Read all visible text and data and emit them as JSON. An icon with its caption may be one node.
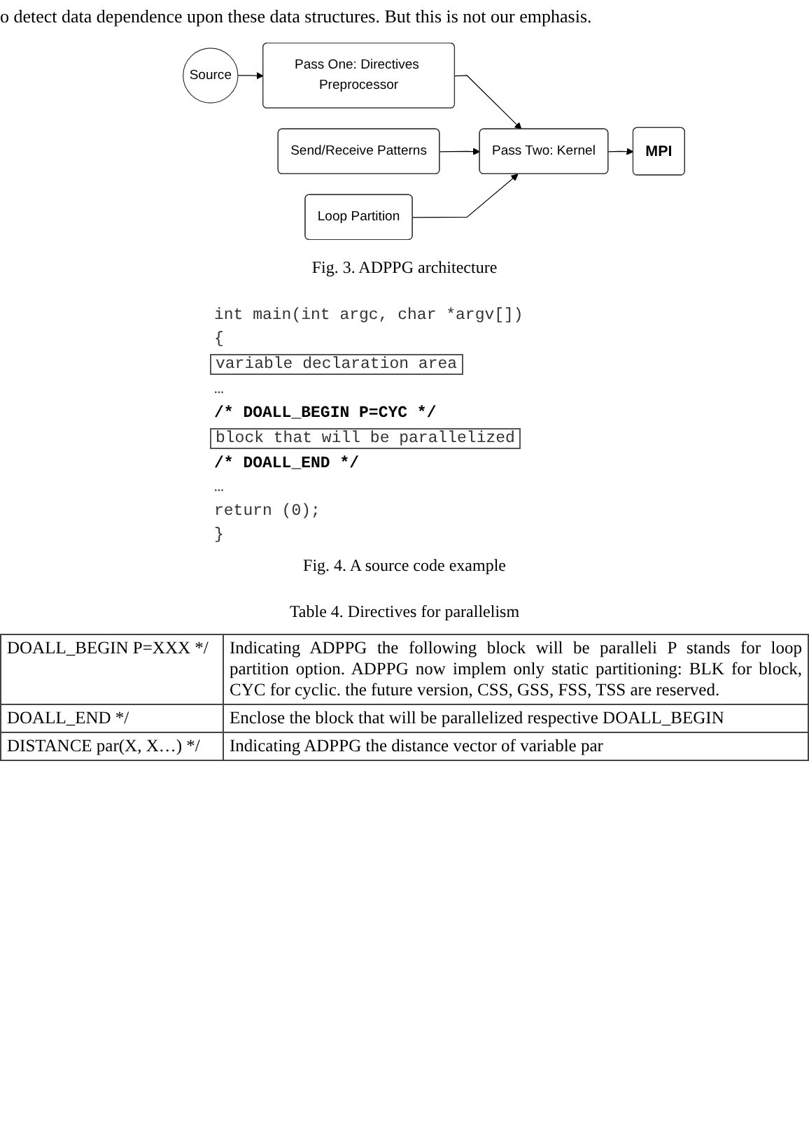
{
  "diagram": {
    "caption": "Fig. 3. ADPPG architecture",
    "nodes": [
      {
        "text": [
          "Source"
        ]
      },
      {
        "text": [
          "Pass One: Directives Preprocessor"
        ]
      },
      {
        "text": [
          "Pass Two: Kernel"
        ]
      },
      {
        "text": [
          "MPI"
        ]
      },
      {
        "text": [
          "Send/Receive Patterns"
        ]
      },
      {
        "text": [
          "Loop Partition"
        ]
      }
    ],
    "edges": [
      {
        "from": 0,
        "to": 1,
        "arrow": "to"
      },
      {
        "from": 1,
        "to": 2,
        "arrow": "to"
      },
      {
        "from": 2,
        "to": 3,
        "arrow": "to"
      },
      {
        "from": 4,
        "to": 2,
        "arrow": "to"
      },
      {
        "from": 5,
        "to": 2,
        "arrow": "to"
      }
    ],
    "labels": [
      "o detect data dependence upon these data structures. But this is not our emphasis.",
      "int main(int argc, char *argv[])",
      "{",
      "variable declaration area",
      "…",
      "/* DOALL_BEGIN P=CYC */",
      "block that will be parallelized",
      "/* DOALL_END */",
      "…",
      "return (0);",
      "}",
      "Fig. 4. A source code example",
      "Table 4. Directives for parallelism",
      "DOALL_BEGIN P=XXX */",
      "Indicating ADPPG the following block will be paralleli P stands for loop partition option. ADPPG now implem only static partitioning: BLK for block, CYC for cyclic. the future version, CSS, GSS, FSS, TSS are reserved.",
      "DOALL_END */",
      "Enclose the block that will be parallelized respective DOALL_BEGIN",
      "DISTANCE par(X, X…) */",
      "Indicating ADPPG the distance vector of variable par"
    ]
  }
}
